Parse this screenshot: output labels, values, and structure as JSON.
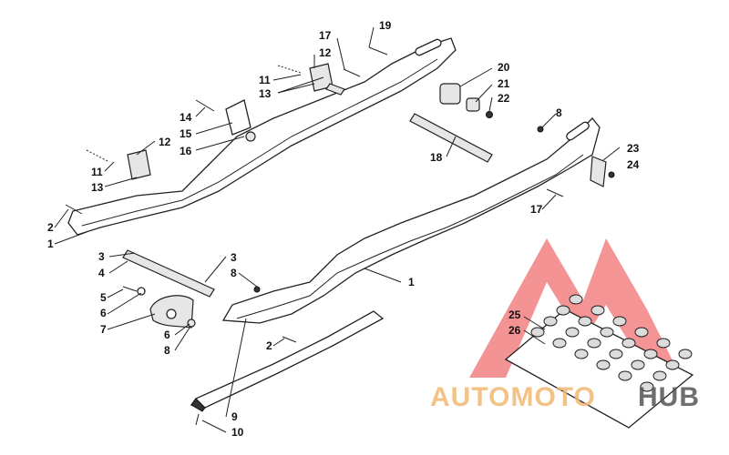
{
  "diagram": {
    "callouts": [
      {
        "id": "c19",
        "text": "19"
      },
      {
        "id": "c17a",
        "text": "17"
      },
      {
        "id": "c12a",
        "text": "12"
      },
      {
        "id": "c11a",
        "text": "11"
      },
      {
        "id": "c13a",
        "text": "13"
      },
      {
        "id": "c20",
        "text": "20"
      },
      {
        "id": "c21",
        "text": "21"
      },
      {
        "id": "c22",
        "text": "22"
      },
      {
        "id": "c14",
        "text": "14"
      },
      {
        "id": "c15",
        "text": "15"
      },
      {
        "id": "c16",
        "text": "16"
      },
      {
        "id": "c12b",
        "text": "12"
      },
      {
        "id": "c11b",
        "text": "11"
      },
      {
        "id": "c13b",
        "text": "13"
      },
      {
        "id": "c8a",
        "text": "8"
      },
      {
        "id": "c23",
        "text": "23"
      },
      {
        "id": "c24",
        "text": "24"
      },
      {
        "id": "c18",
        "text": "18"
      },
      {
        "id": "c17b",
        "text": "17"
      },
      {
        "id": "c2a",
        "text": "2"
      },
      {
        "id": "c1a",
        "text": "1"
      },
      {
        "id": "c3a",
        "text": "3"
      },
      {
        "id": "c3b",
        "text": "3"
      },
      {
        "id": "c4",
        "text": "4"
      },
      {
        "id": "c8b",
        "text": "8"
      },
      {
        "id": "c1b",
        "text": "1"
      },
      {
        "id": "c5",
        "text": "5"
      },
      {
        "id": "c6a",
        "text": "6"
      },
      {
        "id": "c7",
        "text": "7"
      },
      {
        "id": "c6b",
        "text": "6"
      },
      {
        "id": "c8c",
        "text": "8"
      },
      {
        "id": "c2b",
        "text": "2"
      },
      {
        "id": "c25",
        "text": "25"
      },
      {
        "id": "c26",
        "text": "26"
      },
      {
        "id": "c9",
        "text": "9"
      },
      {
        "id": "c10",
        "text": "10"
      }
    ]
  },
  "watermark": {
    "part1": "AUTOMOTO",
    "part2": "HUB",
    "color_primary": "#f2b873",
    "color_secondary": "#555555",
    "logo_color": "#f07070"
  }
}
